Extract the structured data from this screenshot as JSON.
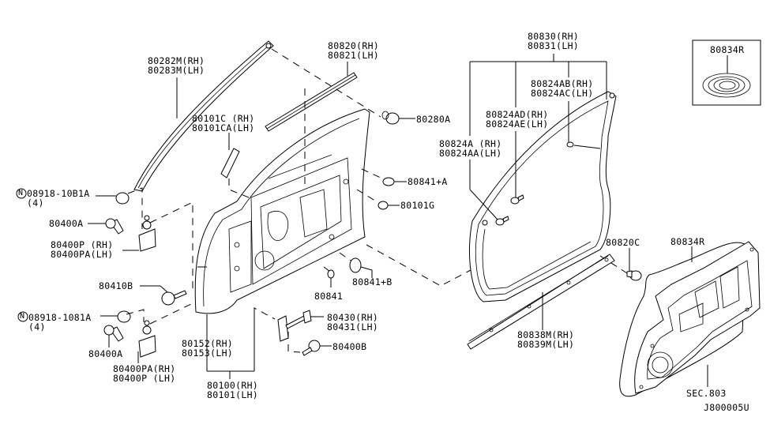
{
  "diagram": {
    "title": "Front Door Panel & Fitting - Parts Diagram",
    "code": "J800005U",
    "colors": {
      "line": "#000000",
      "background": "#ffffff"
    },
    "callouts": {
      "p80282m": {
        "line1": "80282M(RH)",
        "line2": "80283M(LH)"
      },
      "p80101c": {
        "line1": "80101C (RH)",
        "line2": "80101CA(LH)"
      },
      "p80820": {
        "line1": "80820(RH)",
        "line2": "80821(LH)"
      },
      "p80280a": {
        "line1": "80280A"
      },
      "p80830": {
        "line1": "80830(RH)",
        "line2": "80831(LH)"
      },
      "p80824ab": {
        "line1": "80824AB(RH)",
        "line2": "80824AC(LH)"
      },
      "p80824ad": {
        "line1": "80824AD(RH)",
        "line2": "80824AE(LH)"
      },
      "p80824a": {
        "line1": "80824A (RH)",
        "line2": "80824AA(LH)"
      },
      "p80834r_inset": {
        "line1": "80834R"
      },
      "p08918_10b1a": {
        "symbol": "N",
        "line1": "08918-10B1A",
        "line2": "(4)"
      },
      "p80400a_upper": {
        "line1": "80400A"
      },
      "p80400p_upper": {
        "line1": "80400P (RH)",
        "line2": "80400PA(LH)"
      },
      "p80841a": {
        "line1": "80841+A"
      },
      "p80101g": {
        "line1": "80101G"
      },
      "p80410b": {
        "line1": "80410B"
      },
      "p80841": {
        "line1": "80841"
      },
      "p80841b": {
        "line1": "80841+B"
      },
      "p08918_1081a": {
        "symbol": "N",
        "line1": "08918-1081A",
        "line2": "(4)"
      },
      "p80400a_lower": {
        "line1": "80400A"
      },
      "p80400pa_lower": {
        "line1": "80400PA(RH)",
        "line2": "80400P (LH)"
      },
      "p80152": {
        "line1": "80152(RH)",
        "line2": "80153(LH)"
      },
      "p80100": {
        "line1": "80100(RH)",
        "line2": "80101(LH)"
      },
      "p80430": {
        "line1": "80430(RH)",
        "line2": "80431(LH)"
      },
      "p80400b": {
        "line1": "80400B"
      },
      "p80820c": {
        "line1": "80820C"
      },
      "p80834r": {
        "line1": "80834R"
      },
      "p80838m": {
        "line1": "80838M(RH)",
        "line2": "80839M(LH)"
      },
      "sec803": {
        "line1": "SEC.803"
      }
    }
  }
}
